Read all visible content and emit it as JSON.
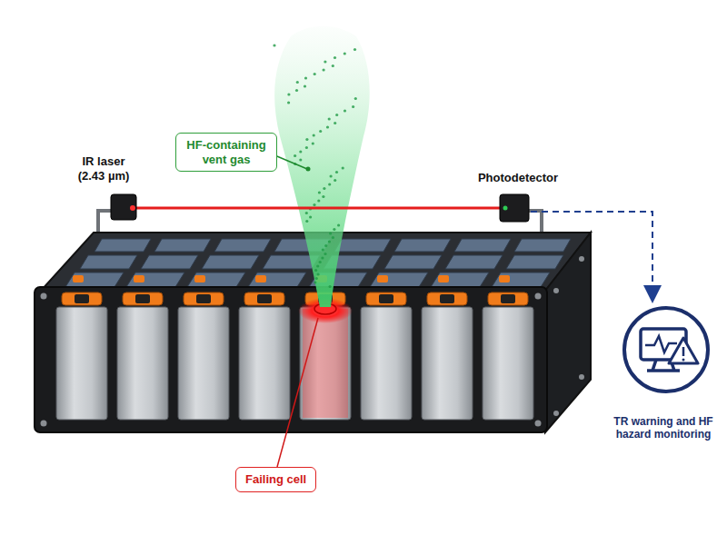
{
  "diagram": {
    "nodes": [
      {
        "text": [
          "HF-containing vent gas"
        ]
      },
      {
        "text": [
          "Failing cell"
        ]
      }
    ],
    "labels": [
      "IR laser (2.43 µm)",
      "Photodetector",
      "TR warning and HF hazard monitoring"
    ]
  }
}
